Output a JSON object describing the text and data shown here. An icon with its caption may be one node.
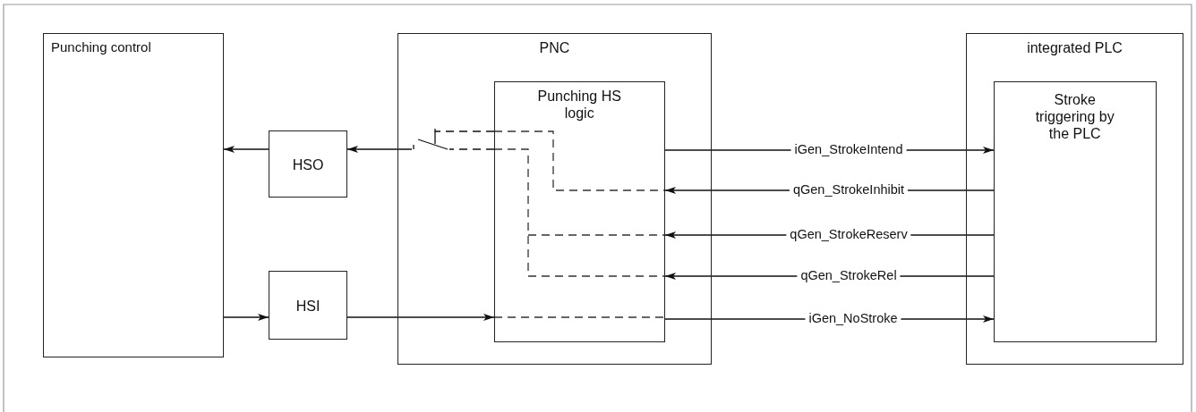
{
  "diagram": {
    "nodes": [
      {
        "text": [
          "Punching control"
        ]
      },
      {
        "text": [
          "HSO"
        ]
      },
      {
        "text": [
          "HSI"
        ]
      },
      {
        "text": [
          "PNC"
        ]
      },
      {
        "text": [
          "Punching HS logic"
        ],
        "in": 3
      },
      {
        "text": [
          "integrated PLC"
        ]
      },
      {
        "text": [
          "Stroke triggering by the PLC"
        ],
        "in": 5
      },
      {
        "text": [],
        "shape": "switch",
        "in": 3
      }
    ],
    "edges": [
      {
        "from": 1,
        "to": 0,
        "arrow": "to"
      },
      {
        "from": 7,
        "to": 1,
        "arrow": "to"
      },
      {
        "from": 4,
        "to": 7,
        "arrow": "none",
        "style": "dashed"
      },
      {
        "from": 4,
        "to": 7,
        "arrow": "none",
        "style": "dashed"
      },
      {
        "from": 4,
        "to": 6,
        "arrow": "to",
        "label": "iGen_StrokeIntend"
      },
      {
        "from": 6,
        "to": 4,
        "arrow": "to",
        "label": "qGen_StrokeInhibit"
      },
      {
        "from": 6,
        "to": 4,
        "arrow": "to",
        "label": "qGen_StrokeReserv"
      },
      {
        "from": 6,
        "to": 4,
        "arrow": "to",
        "label": "qGen_StrokeRel"
      },
      {
        "from": 0,
        "to": 2,
        "arrow": "to"
      },
      {
        "from": 2,
        "to": 4,
        "arrow": "to"
      },
      {
        "from": 4,
        "to": 6,
        "arrow": "to",
        "label": "iGen_NoStroke"
      }
    ]
  }
}
